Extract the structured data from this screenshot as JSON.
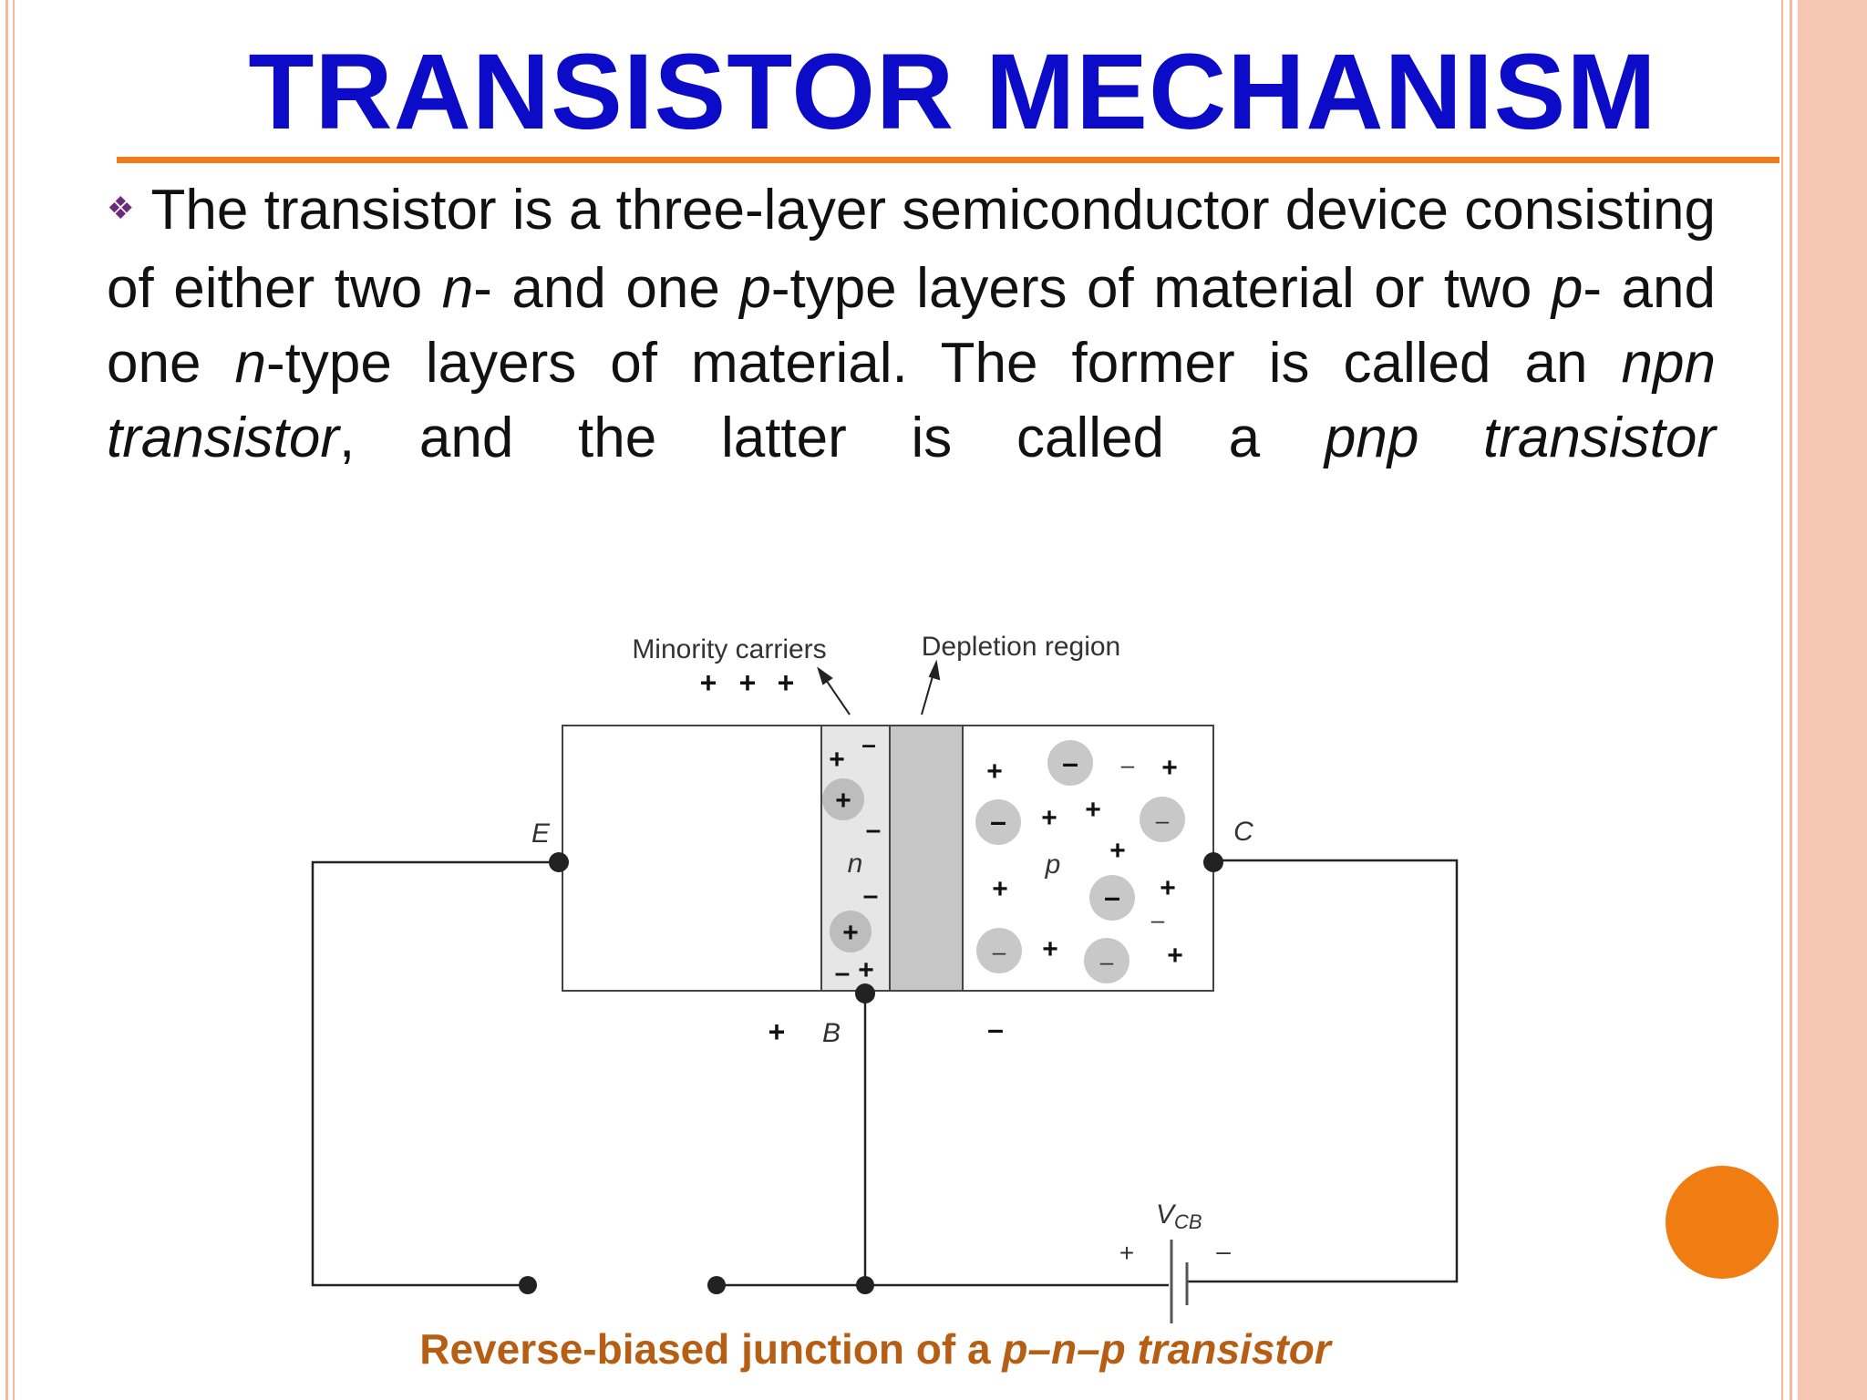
{
  "slide": {
    "title": "TRANSISTOR MECHANISM",
    "body": {
      "bullet_icon": "diamond-bullet-icon",
      "segments": [
        {
          "text": "The transistor is a three-layer semiconductor device consisting of either two ",
          "italic": false
        },
        {
          "text": "n",
          "italic": true
        },
        {
          "text": "- and one ",
          "italic": false
        },
        {
          "text": "p",
          "italic": true
        },
        {
          "text": "-type layers of material or two ",
          "italic": false
        },
        {
          "text": "p",
          "italic": true
        },
        {
          "text": "- and one ",
          "italic": false
        },
        {
          "text": "n",
          "italic": true
        },
        {
          "text": "-type layers of material. The former is called an ",
          "italic": false
        },
        {
          "text": "npn transistor",
          "italic": true
        },
        {
          "text": ", and the latter is called a ",
          "italic": false
        },
        {
          "text": "pnp transistor",
          "italic": true
        }
      ]
    },
    "diagram": {
      "label_minority": "Minority carriers",
      "label_depletion": "Depletion region",
      "label_emitter": "E",
      "label_base": "B",
      "label_collector": "C",
      "label_n": "n",
      "label_p": "p",
      "label_vcb": "V",
      "label_vcb_sub": "CB",
      "plus": "+",
      "minus": "–"
    },
    "caption_prefix": "Reverse-biased junction of a ",
    "caption_italic": "p–n–p transistor",
    "colors": {
      "title": "#0b0bc8",
      "rule": "#f07d1a",
      "caption": "#b65e14",
      "accent_circle": "#f07d12",
      "border": "#f2b8a2"
    }
  }
}
